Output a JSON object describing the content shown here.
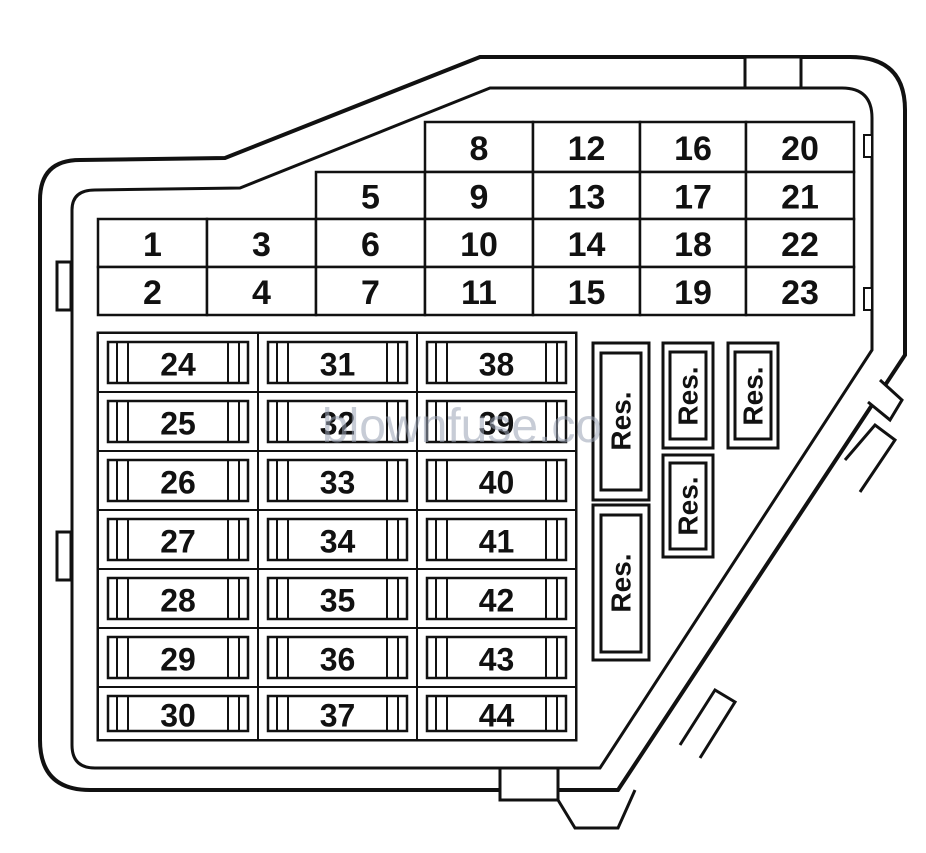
{
  "watermark": "blownfuse.co",
  "colors": {
    "stroke": "#111111",
    "background": "#ffffff",
    "watermark": "#9aa3b5"
  },
  "top_grid": [
    [
      "",
      "",
      "",
      "8",
      "12",
      "16",
      "20"
    ],
    [
      "",
      "",
      "5",
      "9",
      "13",
      "17",
      "21"
    ],
    [
      "1",
      "3",
      "6",
      "10",
      "14",
      "18",
      "22"
    ],
    [
      "2",
      "4",
      "7",
      "11",
      "15",
      "19",
      "23"
    ]
  ],
  "fuse_columns": [
    [
      "24",
      "25",
      "26",
      "27",
      "28",
      "29",
      "30"
    ],
    [
      "31",
      "32",
      "33",
      "34",
      "35",
      "36",
      "37"
    ],
    [
      "38",
      "39",
      "40",
      "41",
      "42",
      "43",
      "44"
    ]
  ],
  "reserve_labels": [
    "Res.",
    "Res.",
    "Res.",
    "Res.",
    "Res."
  ]
}
